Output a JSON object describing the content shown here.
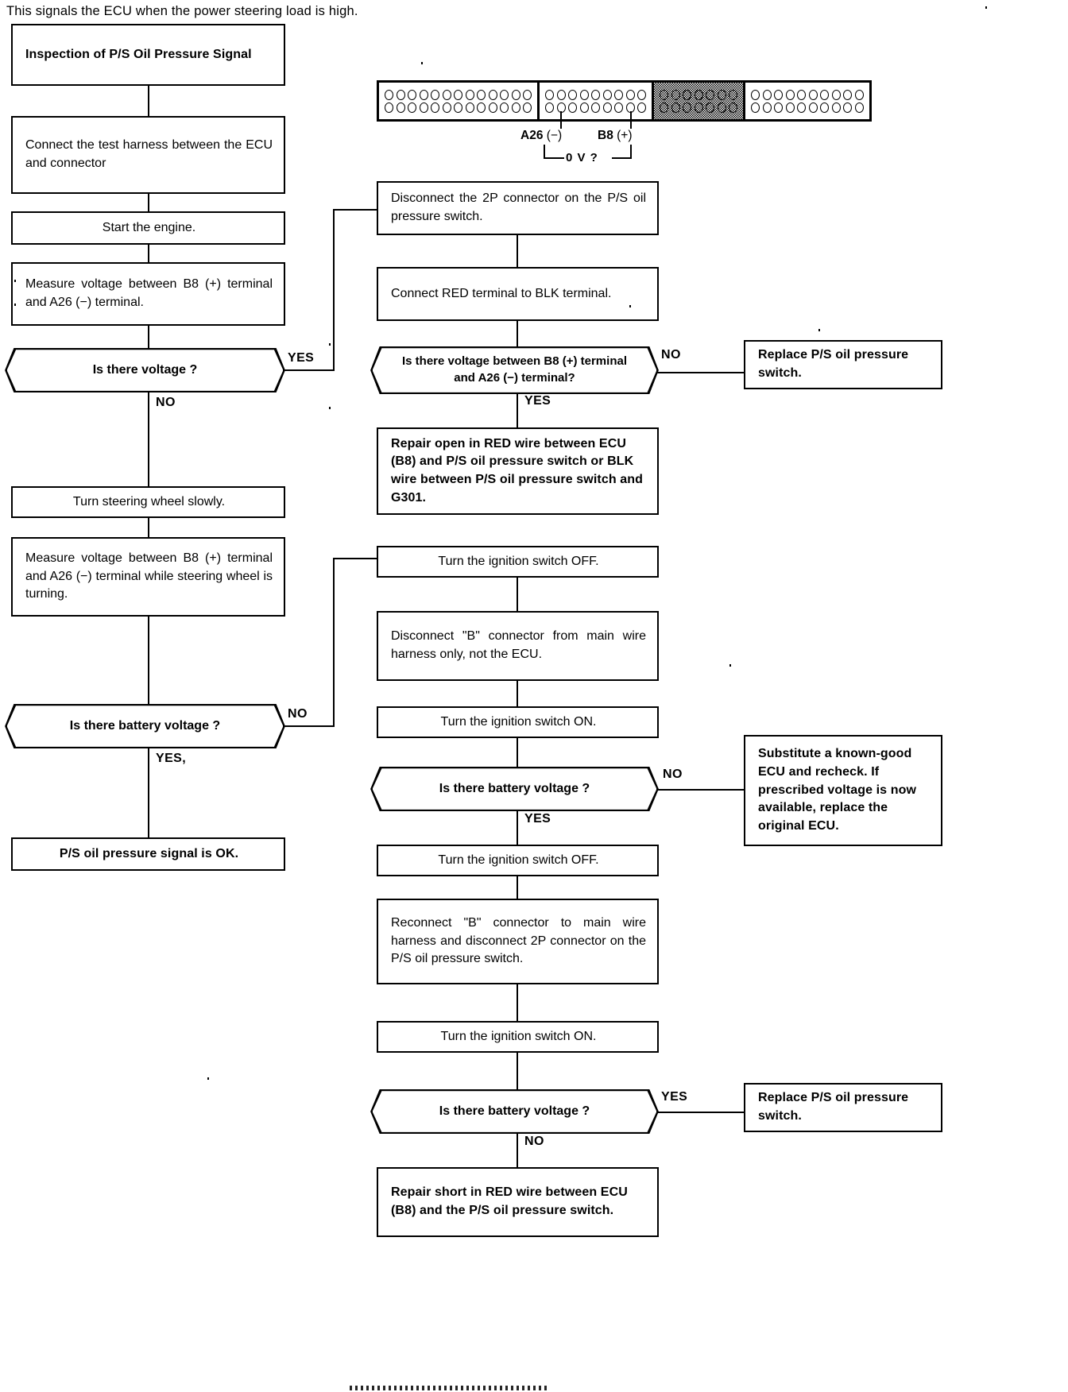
{
  "intro": "This signals the ECU when the power steering load is high.",
  "connector": {
    "blocks": [
      {
        "name": "block-a",
        "cols": 13,
        "shaded": false
      },
      {
        "name": "block-b",
        "cols": 9,
        "shaded": false
      },
      {
        "name": "block-c",
        "cols": 7,
        "shaded": true
      },
      {
        "name": "block-d",
        "cols": 10,
        "shaded": false
      }
    ],
    "callout_left": "A26",
    "callout_left_sign": "(−)",
    "callout_right": "B8",
    "callout_right_sign": "(+)",
    "measure_label": "0 V ?"
  },
  "left_column": {
    "title_box": "Inspection of P/S Oil Pressure Signal",
    "step_connect_harness": "Connect the test harness between the ECU and connector",
    "step_start_engine": "Start the engine.",
    "step_measure_voltage": "Measure voltage between B8 (+) terminal and A26 (−) terminal.",
    "decision_voltage": "Is there voltage ?",
    "decision_voltage_yes": "YES",
    "decision_voltage_no": "NO",
    "step_turn_wheel": "Turn steering wheel slowly.",
    "step_measure_while_turning": "Measure voltage between B8 (+) terminal and A26 (−) terminal while steering wheel is turning.",
    "decision_battery_voltage": "Is there battery voltage ?",
    "decision_battery_no": "NO",
    "decision_battery_yes": "YES,",
    "result_ok": "P/S oil pressure signal is OK."
  },
  "branch_a": {
    "step_disconnect_2p": "Disconnect the 2P connector on the P/S oil pressure switch.",
    "step_connect_red_blk": "Connect RED terminal to BLK terminal.",
    "decision_voltage_b8": "Is there voltage between B8 (+) terminal and A26 (−) terminal?",
    "decision_no": "NO",
    "decision_yes": "YES",
    "result_replace_switch": "Replace P/S oil pressure switch.",
    "result_repair_open": "Repair open in RED wire between ECU (B8) and P/S oil pressure switch or BLK wire between P/S oil pressure switch and G301."
  },
  "branch_b": {
    "step_ign_off_1": "Turn the ignition switch OFF.",
    "step_disconnect_b": "Disconnect \"B\" connector from main wire harness only, not the ECU.",
    "step_ign_on_1": "Turn the ignition switch ON.",
    "decision_battery_1": "Is there battery voltage ?",
    "decision_battery_1_no": "NO",
    "decision_battery_1_yes": "YES",
    "result_substitute_ecu": "Substitute a known-good ECU and recheck. If prescribed voltage is now available, replace the original ECU.",
    "step_ign_off_2": "Turn the ignition switch OFF.",
    "step_reconnect_b": "Reconnect \"B\" connector to main wire harness and disconnect 2P connector on the P/S oil pressure switch.",
    "step_ign_on_2": "Turn  the  ignition  switch  ON.",
    "decision_battery_2": "Is there battery voltage ?",
    "decision_battery_2_yes": "YES",
    "decision_battery_2_no": "NO",
    "result_replace_switch": "Replace P/S oil pressure switch.",
    "result_repair_short": "Repair short in RED wire between ECU (B8) and the P/S oil pressure switch."
  }
}
